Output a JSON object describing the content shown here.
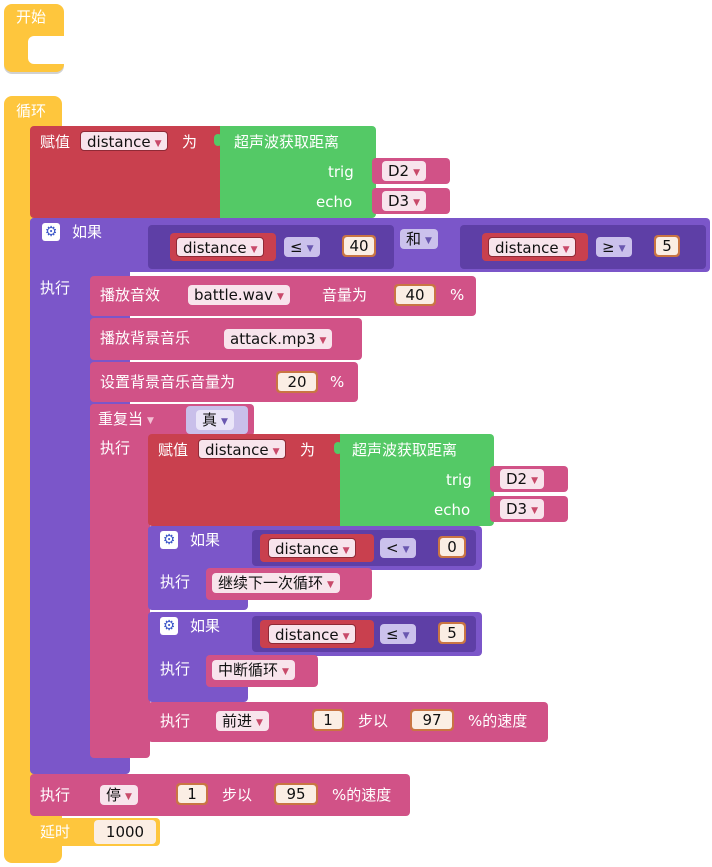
{
  "start": {
    "label": "开始"
  },
  "loop": {
    "label": "循环"
  },
  "assign1": {
    "label": "赋值",
    "var": "distance",
    "as": "为"
  },
  "sensor1": {
    "label": "超声波获取距离",
    "trig_label": "trig",
    "trig_value": "D2",
    "echo_label": "echo",
    "echo_value": "D3"
  },
  "if_main": {
    "label": "如果",
    "do": "执行",
    "cond1": {
      "var": "distance",
      "op": "≤",
      "value": "40"
    },
    "and": "和",
    "cond2": {
      "var": "distance",
      "op": "≥",
      "value": "5"
    }
  },
  "play_sound": {
    "label": "播放音效",
    "file": "battle.wav",
    "vol_label": "音量为",
    "vol": "40",
    "pct": "%"
  },
  "play_bg": {
    "label": "播放背景音乐",
    "file": "attack.mp3"
  },
  "set_bg_vol": {
    "label": "设置背景音乐音量为",
    "vol": "20",
    "pct": "%"
  },
  "repeat": {
    "mode": "重复当",
    "cond": "真",
    "do": "执行"
  },
  "assign2": {
    "label": "赋值",
    "var": "distance",
    "as": "为"
  },
  "sensor2": {
    "label": "超声波获取距离",
    "trig_label": "trig",
    "trig_value": "D2",
    "echo_label": "echo",
    "echo_value": "D3"
  },
  "if_a": {
    "label": "如果",
    "var": "distance",
    "op": "<",
    "value": "0",
    "do": "执行",
    "action": "继续下一次循环"
  },
  "if_b": {
    "label": "如果",
    "var": "distance",
    "op": "≤",
    "value": "5",
    "do": "执行",
    "action": "中断循环"
  },
  "move1": {
    "do": "执行",
    "dir": "前进",
    "steps": "1",
    "step_label": "步以",
    "speed": "97",
    "speed_label": "%的速度"
  },
  "move2": {
    "do": "执行",
    "dir": "停",
    "steps": "1",
    "step_label": "步以",
    "speed": "95",
    "speed_label": "%的速度"
  },
  "delay": {
    "label": "延时",
    "value": "1000"
  },
  "colors": {
    "event": "#fec63d",
    "variable": "#c9404e",
    "sensor": "#54c966",
    "logic": "#7b56c9",
    "action": "#d15287",
    "number": "#c97543"
  }
}
